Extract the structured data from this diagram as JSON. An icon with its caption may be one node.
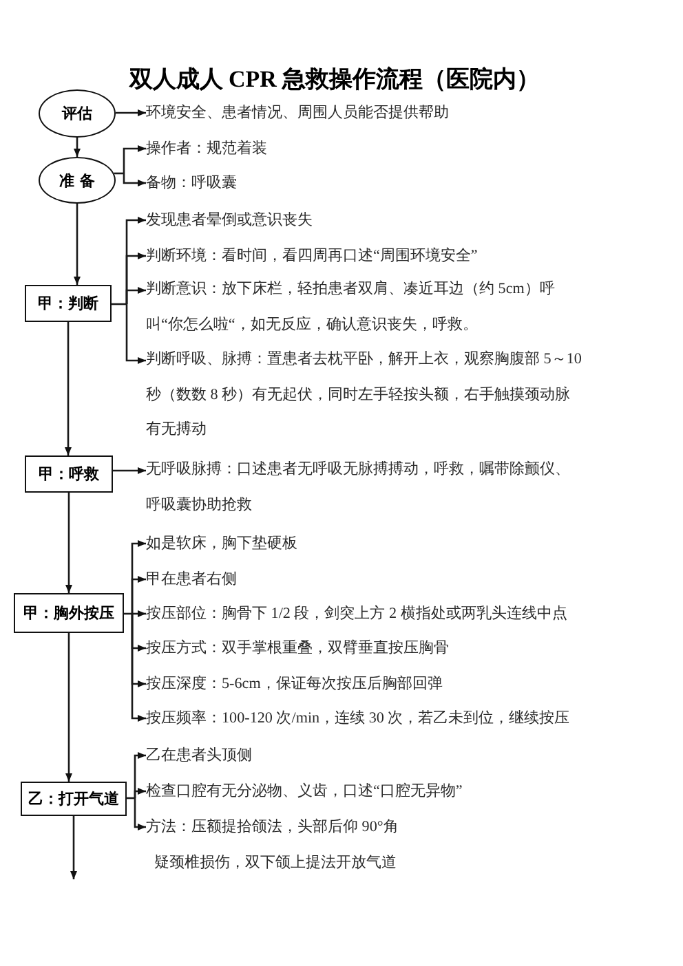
{
  "diagram": {
    "title": "双人成人 CPR 急救操作流程（医院内）",
    "nodes": [
      {
        "text": [
          "评估"
        ]
      },
      {
        "text": [
          "准 备"
        ]
      },
      {
        "text": [
          "甲：判断"
        ]
      },
      {
        "text": [
          "甲：呼救"
        ]
      },
      {
        "text": [
          "甲：胸外按压"
        ]
      },
      {
        "text": [
          "乙：打开气道"
        ]
      },
      {
        "text": [
          "环境安全、患者情况、周围人员能否提供帮助"
        ]
      },
      {
        "text": [
          "操作者：规范着装"
        ]
      },
      {
        "text": [
          "备物：呼吸囊"
        ]
      },
      {
        "text": [
          "发现患者晕倒或意识丧失"
        ]
      },
      {
        "text": [
          "判断环境：看时间，看四周再口述“周围环境安全”"
        ]
      },
      {
        "text": [
          "判断意识：放下床栏，轻拍患者双肩、凑近耳边（约 5cm）呼叫“你怎么啦“，如无反应，确认意识丧失，呼救。"
        ]
      },
      {
        "text": [
          "判断呼吸、脉搏：置患者去枕平卧，解开上衣，观察胸腹部 5～10 秒（数数 8 秒）有无起伏，同时左手轻按头额，右手触摸颈动脉有无搏动"
        ]
      },
      {
        "text": [
          "无呼吸脉搏：口述患者无呼吸无脉搏搏动，呼救，嘱带除颤仪、呼吸囊协助抢救"
        ]
      },
      {
        "text": [
          "如是软床，胸下垫硬板"
        ]
      },
      {
        "text": [
          "甲在患者右侧"
        ]
      },
      {
        "text": [
          "按压部位：胸骨下 1/2 段，剑突上方 2 横指处或两乳头连线中点"
        ]
      },
      {
        "text": [
          "按压方式：双手掌根重叠，双臂垂直按压胸骨"
        ]
      },
      {
        "text": [
          "按压深度：5-6cm，保证每次按压后胸部回弹"
        ]
      },
      {
        "text": [
          "按压频率：100-120 次/min，连续 30 次，若乙未到位，继续按压"
        ]
      },
      {
        "text": [
          "乙在患者头顶侧"
        ]
      },
      {
        "text": [
          "检查口腔有无分泌物、义齿，口述“口腔无异物”"
        ]
      },
      {
        "text": [
          "方法：压额提拾颌法，头部后仰 90°角"
        ]
      }
    ],
    "edges": [
      {
        "from": 0,
        "to": 1,
        "arrow": "to"
      },
      {
        "from": 1,
        "to": 2,
        "arrow": "to"
      },
      {
        "from": 2,
        "to": 3,
        "arrow": "to"
      },
      {
        "from": 3,
        "to": 4,
        "arrow": "to"
      },
      {
        "from": 4,
        "to": 5,
        "arrow": "to"
      },
      {
        "from": 5,
        "to": null,
        "arrow": "to"
      },
      {
        "from": 0,
        "to": 6,
        "arrow": "to"
      },
      {
        "from": 1,
        "to": 7,
        "arrow": "to"
      },
      {
        "from": 1,
        "to": 8,
        "arrow": "to"
      },
      {
        "from": 2,
        "to": 9,
        "arrow": "to"
      },
      {
        "from": 2,
        "to": 10,
        "arrow": "to"
      },
      {
        "from": 2,
        "to": 11,
        "arrow": "to"
      },
      {
        "from": 2,
        "to": 12,
        "arrow": "to"
      },
      {
        "from": 3,
        "to": 13,
        "arrow": "to"
      },
      {
        "from": 4,
        "to": 14,
        "arrow": "to"
      },
      {
        "from": 4,
        "to": 15,
        "arrow": "to"
      },
      {
        "from": 4,
        "to": 16,
        "arrow": "to"
      },
      {
        "from": 4,
        "to": 17,
        "arrow": "to"
      },
      {
        "from": 4,
        "to": 18,
        "arrow": "to"
      },
      {
        "from": 4,
        "to": 19,
        "arrow": "to"
      },
      {
        "from": 5,
        "to": 20,
        "arrow": "to"
      },
      {
        "from": 5,
        "to": 21,
        "arrow": "to"
      },
      {
        "from": 5,
        "to": 22,
        "arrow": "to"
      }
    ],
    "labels": [
      "疑颈椎损伤，双下颌上提法开放气道"
    ]
  }
}
